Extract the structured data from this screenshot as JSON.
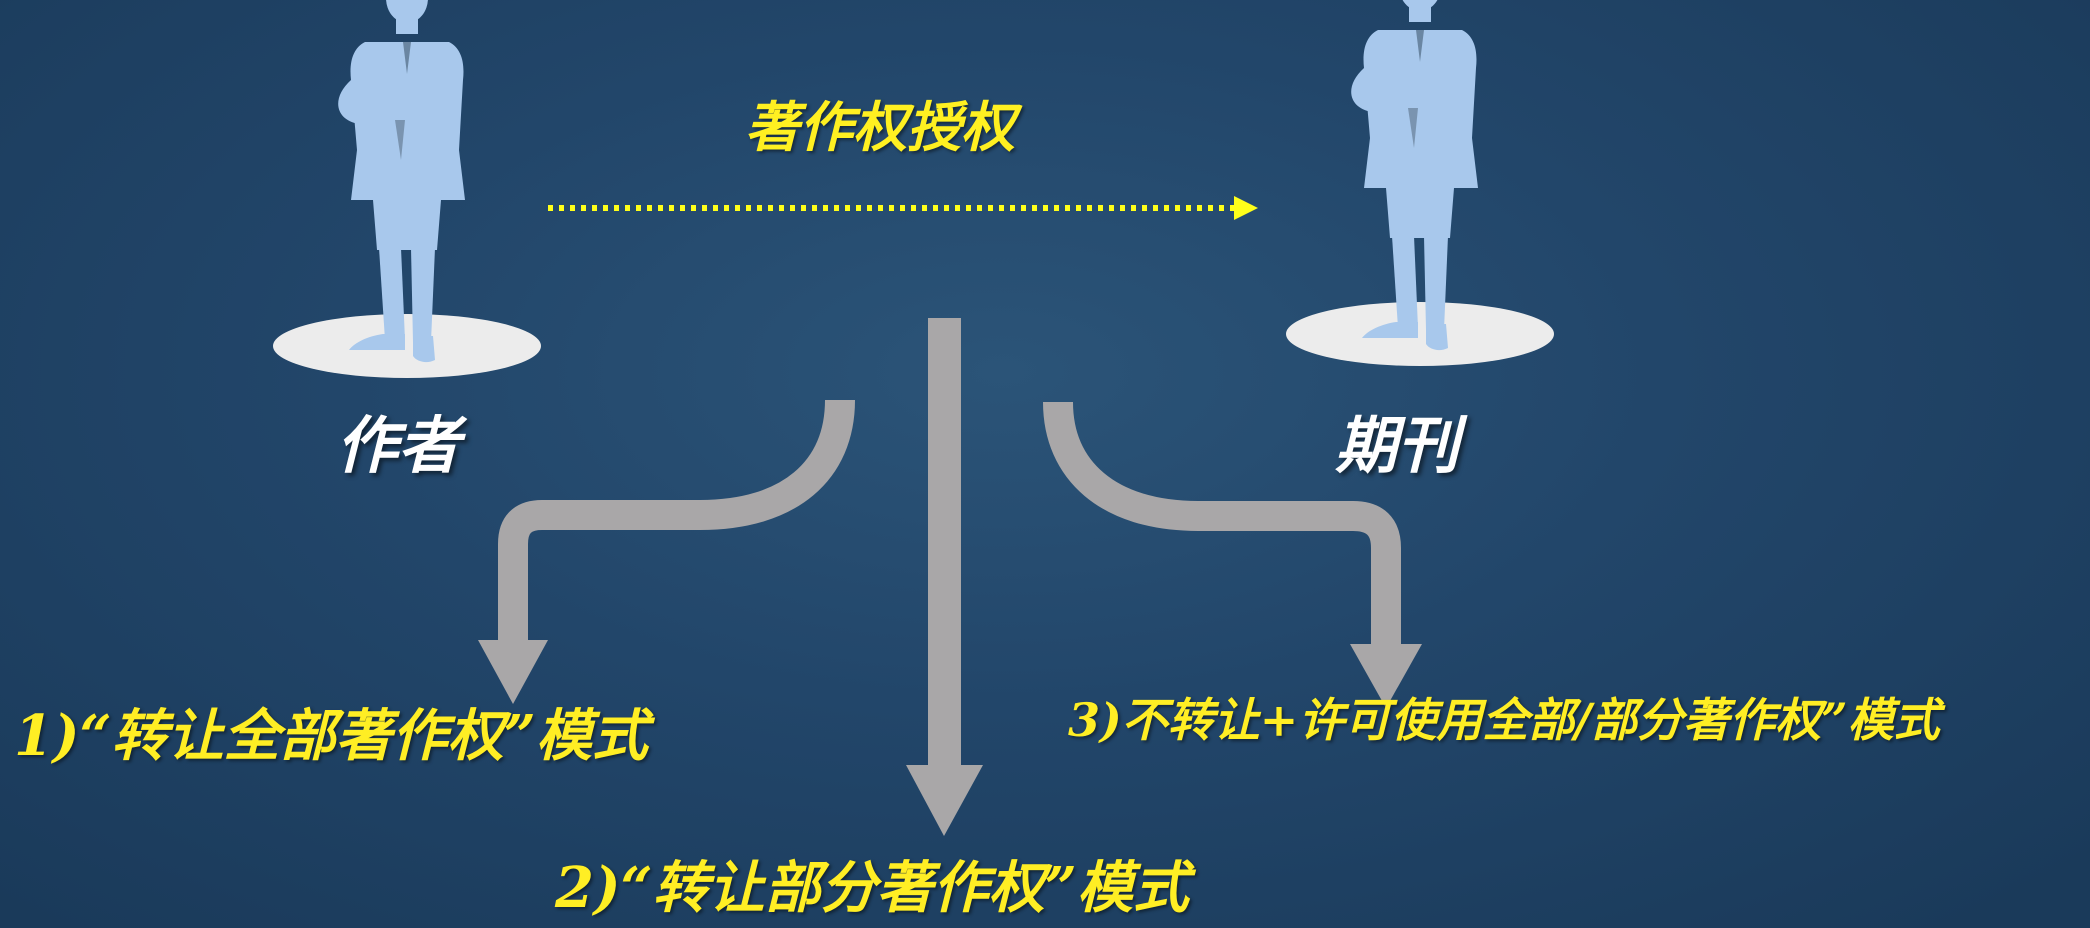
{
  "diagram": {
    "title": "著作权授权",
    "parties": {
      "author": "作者",
      "journal": "期刊"
    },
    "modes": [
      {
        "label": "1)“转让全部著作权”模式"
      },
      {
        "label": "2)“转让部分著作权”模式"
      },
      {
        "label": "3)不转让+许可使用全部/部分著作权”模式"
      }
    ]
  },
  "colors": {
    "background": "#22466a",
    "figure": "#a8c8ec",
    "pedestal": "#ececec",
    "arrow_dotted": "#ffff1a",
    "arrow_gray": "#a9a7a8",
    "label_yellow": "#fff021",
    "label_white": "#ffffff"
  },
  "icons": {
    "person": "person-silhouette-icon",
    "pedestal": "pedestal-icon"
  }
}
